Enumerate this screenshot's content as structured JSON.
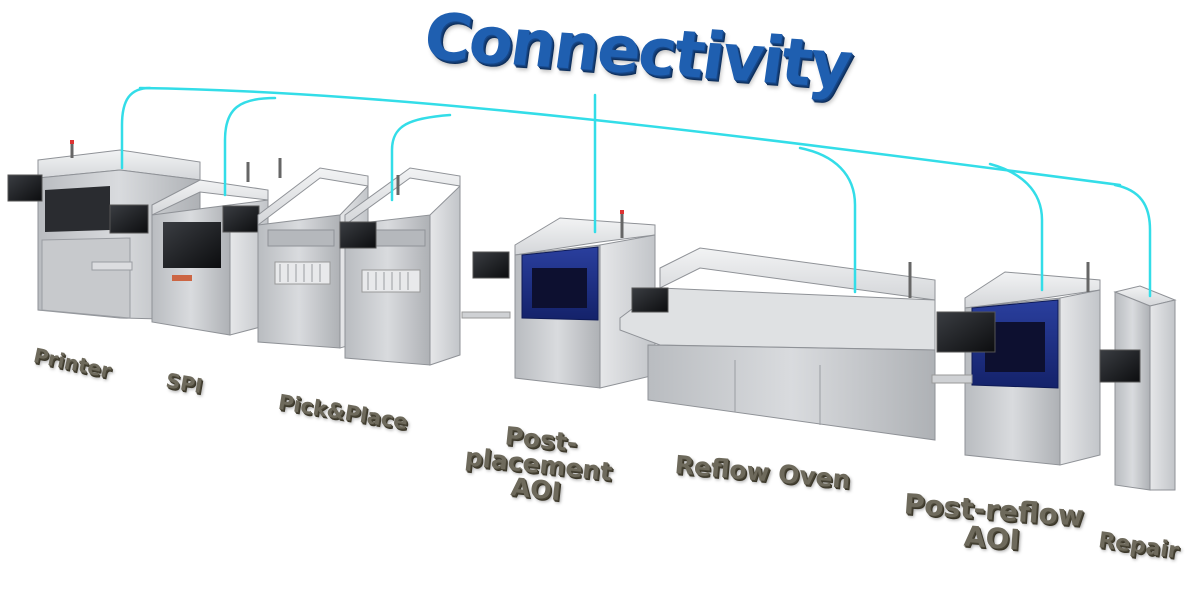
{
  "title": "Connectivity",
  "stations": {
    "printer": "Printer",
    "spi": "SPI",
    "pick_place": "Pick&Place",
    "post_placement_l1": "Post-placement",
    "post_placement_l2": "AOI",
    "reflow": "Reflow Oven",
    "post_reflow_l1": "Post-reflow",
    "post_reflow_l2": "AOI",
    "repair": "Repair"
  },
  "colors": {
    "connection": "#33dde8",
    "title": "#1f5fb0",
    "label": "#6e6a5c",
    "machine": "#c8cacd",
    "machine_dark": "#9a9da2",
    "aoi_panel": "#1a2d86"
  }
}
